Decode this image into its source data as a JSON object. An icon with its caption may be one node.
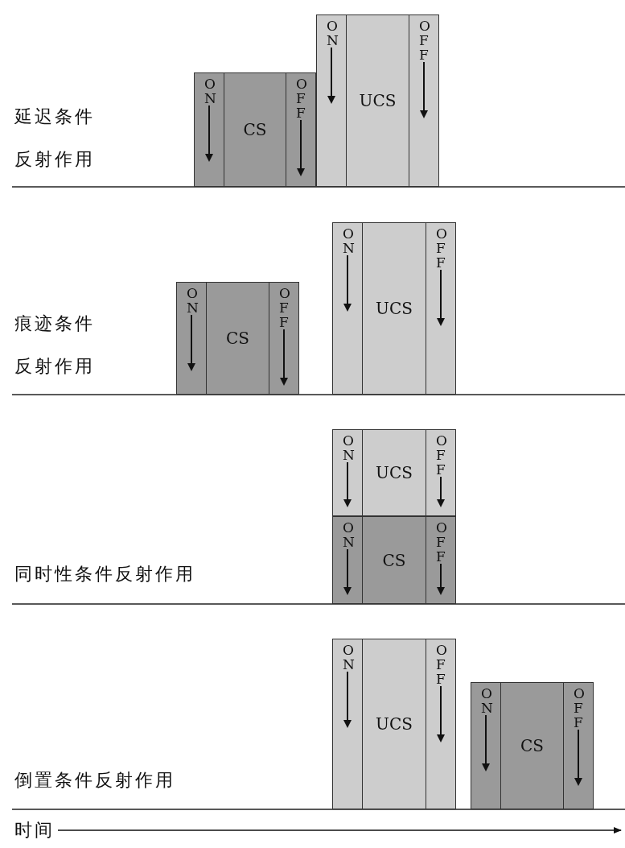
{
  "diagram": {
    "nodes": [
      {
        "text": [
          "ON",
          "CS",
          "OFF"
        ]
      },
      {
        "text": [
          "ON",
          "UCS",
          "OFF"
        ]
      },
      {
        "text": [
          "ON",
          "CS",
          "OFF"
        ]
      },
      {
        "text": [
          "ON",
          "UCS",
          "OFF"
        ]
      },
      {
        "text": [
          "ON",
          "UCS",
          "OFF"
        ]
      },
      {
        "text": [
          "ON",
          "CS",
          "OFF"
        ]
      },
      {
        "text": [
          "ON",
          "UCS",
          "OFF"
        ]
      },
      {
        "text": [
          "ON",
          "CS",
          "OFF"
        ]
      }
    ],
    "edges": [],
    "labels": [
      "延迟条件反射作用",
      "痕迹条件反射作用",
      "同时性条件反射作用",
      "倒置条件反射作用",
      "时间"
    ]
  }
}
